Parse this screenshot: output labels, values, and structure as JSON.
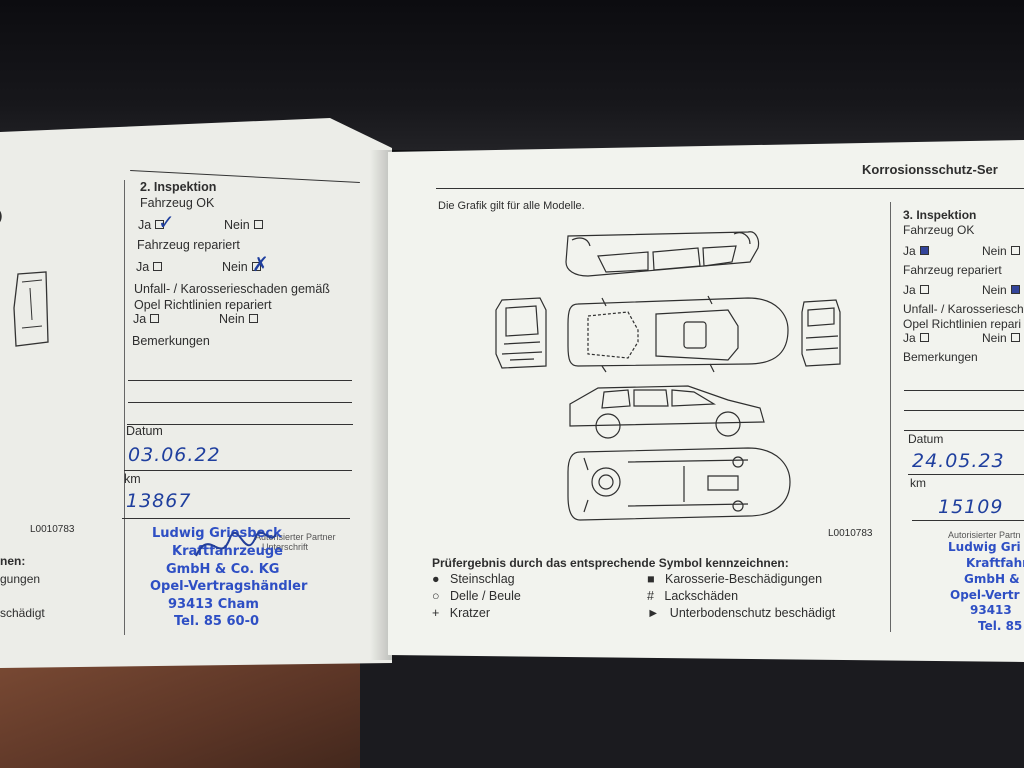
{
  "left_page": {
    "heading": "2. Inspektion",
    "q1": "Fahrzeug OK",
    "q2": "Fahrzeug repariert",
    "q3a": "Unfall- / Karosserieschaden gemäß",
    "q3b": "Opel Richtlinien repariert",
    "ja": "Ja",
    "nein": "Nein",
    "remarks": "Bemerkungen",
    "date_label": "Datum",
    "date_value": "03.06.22",
    "km_label": "km",
    "km_value": "13867",
    "code": "L0010783",
    "partner_label": "Autorisierter Partner",
    "sig_label": "Unterschrift",
    "edge_1": "nen:",
    "edge_2": "gungen",
    "edge_3": "schädigt",
    "stamp": [
      "Ludwig Griesbeck",
      "Kraftfahrzeuge",
      "GmbH & Co. KG",
      "Opel-Vertragshändler",
      "93413 Cham",
      "Tel. 85 60-0"
    ]
  },
  "right_page": {
    "header": "Korrosionsschutz-Ser",
    "graphic_note": "Die Grafik gilt für alle Modelle.",
    "code": "L0010783",
    "legend_title": "Prüfergebnis durch das entsprechende Symbol kennzeichnen:",
    "legend": [
      {
        "sym": "●",
        "label": "Steinschlag"
      },
      {
        "sym": "○",
        "label": "Delle / Beule"
      },
      {
        "sym": "+",
        "label": "Kratzer"
      },
      {
        "sym": "■",
        "label": "Karosserie-Beschädigungen"
      },
      {
        "sym": "#",
        "label": "Lackschäden"
      },
      {
        "sym": "►",
        "label": "Unterbodenschutz beschädigt"
      }
    ],
    "insp3": {
      "heading": "3. Inspektion",
      "q1": "Fahrzeug OK",
      "q2": "Fahrzeug repariert",
      "q3a": "Unfall- / Karosseriesch",
      "q3b": "Opel Richtlinien repari",
      "ja": "Ja",
      "nein": "Nein",
      "remarks": "Bemerkungen",
      "date_label": "Datum",
      "date_value": "24.05.23",
      "km_label": "km",
      "km_value": "15109",
      "partner_label": "Autorisierter Partn",
      "stamp": [
        "Ludwig Gri",
        "Kraftfahrz",
        "GmbH & C",
        "Opel-Vertr",
        "93413",
        "Tel. 85"
      ]
    }
  }
}
